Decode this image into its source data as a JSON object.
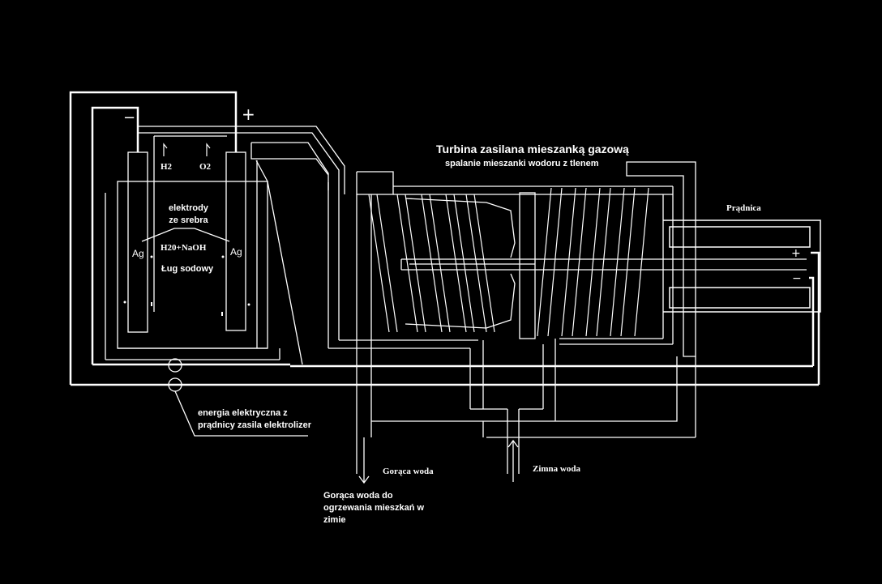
{
  "diagram": {
    "turbine": {
      "title": "Turbina zasilana mieszanką gazową",
      "subtitle": "spalanie mieszanki wodoru z tlenem"
    },
    "generator": {
      "label": "Prądnica",
      "plus": "+",
      "minus": "−"
    },
    "electrolyzer": {
      "minus_sign": "−",
      "plus_sign": "+",
      "gas_h2": "H2",
      "gas_o2": "O2",
      "electrodes_label": "elektrody\nze srebra",
      "electrode_left": "Ag",
      "electrode_right": "Ag",
      "electrolyte": "H20+NaOH",
      "electrolyte_name": "Ług sodowy"
    },
    "power_note": "energia elektryczna z\nprądnicy zasila elektrolizer",
    "hot_water": "Gorąca woda",
    "cold_water": "Zimna woda",
    "hot_water_note": "Gorąca woda do\nogrzewania mieszkań w\nzimie"
  },
  "colors": {
    "background": "#000000",
    "line": "#ffffff"
  }
}
